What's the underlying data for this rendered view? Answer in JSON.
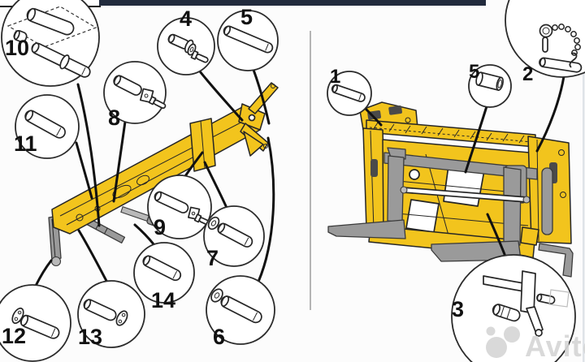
{
  "diagram": {
    "type": "exploded-parts-diagram",
    "left_panel_subject": "boom-arm-assembly",
    "right_panel_subject": "fork-carriage-assembly"
  },
  "callouts": {
    "c1": {
      "label": "1"
    },
    "c2": {
      "label": "2"
    },
    "c3": {
      "label": "3"
    },
    "c4": {
      "label": "4"
    },
    "c5_left": {
      "label": "5"
    },
    "c5_right": {
      "label": "5"
    },
    "c6": {
      "label": "6"
    },
    "c7": {
      "label": "7"
    },
    "c8": {
      "label": "8"
    },
    "c9": {
      "label": "9"
    },
    "c10": {
      "label": "10"
    },
    "c11": {
      "label": "11"
    },
    "c12": {
      "label": "12"
    },
    "c13": {
      "label": "13"
    },
    "c14": {
      "label": "14"
    }
  },
  "watermark": {
    "brand": "Avito"
  },
  "colors": {
    "machine_yellow": "#F2C41D",
    "part_gray": "#9A9A9A",
    "line_black": "#1A1A1A",
    "top_bar_navy": "#222B3D",
    "watermark_gray": "#D6D6D6"
  }
}
